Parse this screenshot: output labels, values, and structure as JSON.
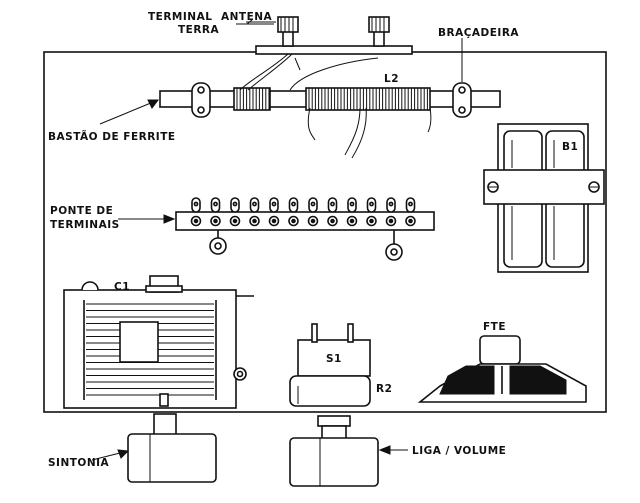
{
  "labels": {
    "terminal_terra": [
      "TERMINAL",
      "TERRA"
    ],
    "antena": "ANTENA",
    "bracadeira": "BRAÇADEIRA",
    "l2": "L2",
    "bastao": "BASTÃO DE FERRITE",
    "b1": "B1",
    "ponte": [
      "PONTE DE",
      "TERMINAIS"
    ],
    "c1": "C1",
    "s1": "S1",
    "r2": "R2",
    "fte": "FTE",
    "sintonia": "SINTONIA",
    "liga_volume": "LIGA / VOLUME"
  },
  "colors": {
    "ink": "#111111",
    "paper": "#ffffff"
  }
}
